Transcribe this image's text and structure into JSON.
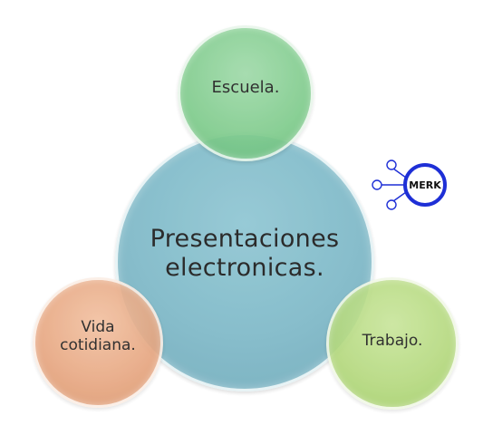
{
  "diagram": {
    "center": {
      "label_line1": "Presentaciones",
      "label_line2": "electronicas."
    },
    "nodes": [
      {
        "id": "top",
        "label": "Escuela.",
        "color": "#7ecb8b"
      },
      {
        "id": "left",
        "label_line1": "Vida",
        "label_line2": "cotidiana.",
        "color": "#e6a57f"
      },
      {
        "id": "right",
        "label": "Trabajo.",
        "color": "#b3d87c"
      }
    ],
    "center_color": "#7db8c7"
  },
  "logo": {
    "text": "MERK",
    "color": "#1e2fd6"
  }
}
